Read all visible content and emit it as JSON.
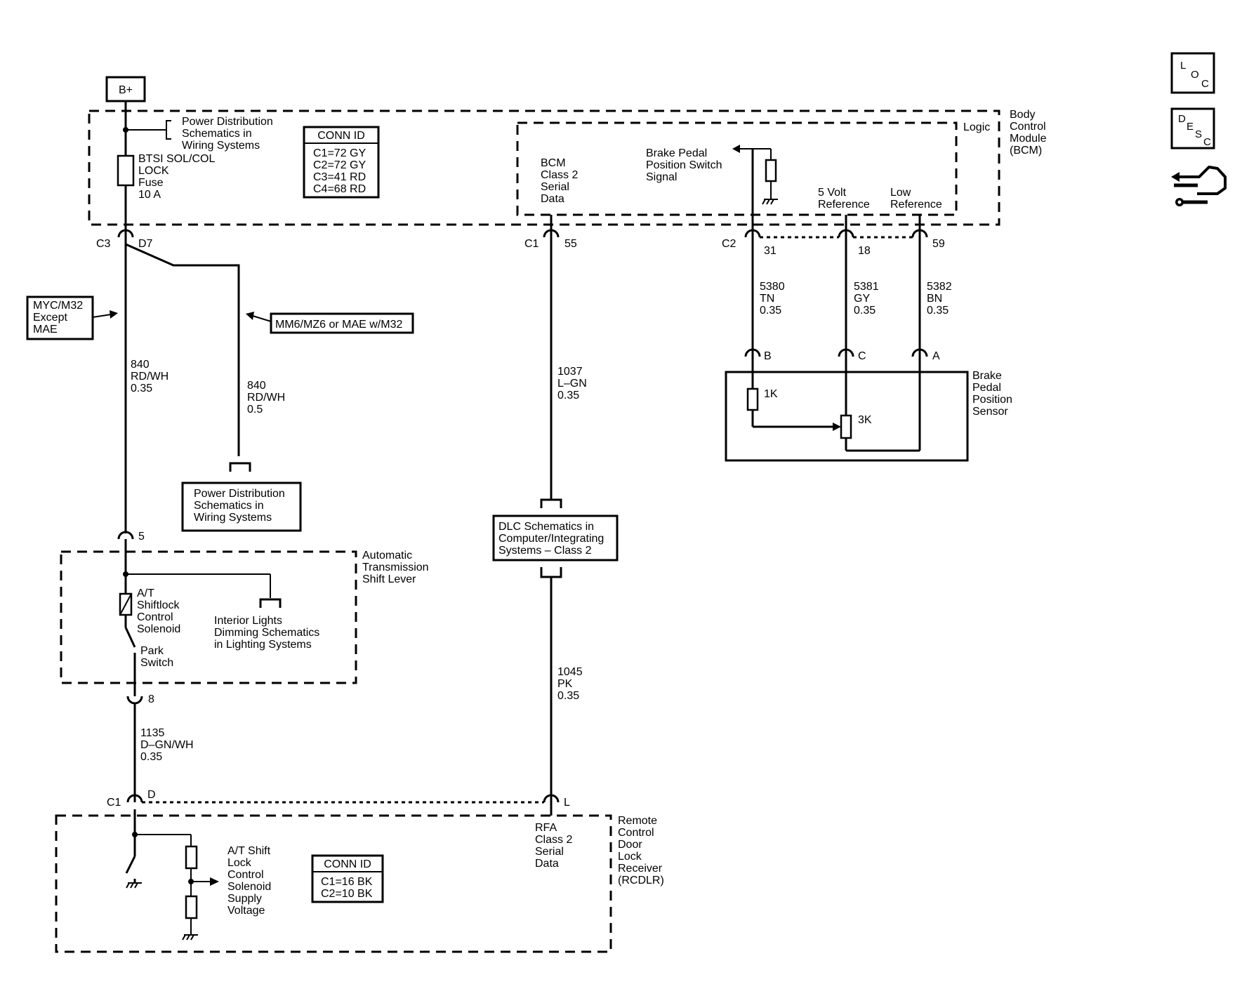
{
  "diagram": {
    "b_plus": "B+",
    "pd_top": [
      "Power Distribution",
      "Schematics in",
      "Wiring Systems"
    ],
    "fuse": [
      "BTSI SOL/COL",
      "LOCK",
      "Fuse",
      "10 A"
    ],
    "conn_id_bcm": {
      "title": "CONN ID",
      "rows": [
        "C1=72 GY",
        "C2=72 GY",
        "C3=41 RD",
        "C4=68 RD"
      ]
    },
    "bcm_serial": [
      "BCM",
      "Class 2",
      "Serial",
      "Data"
    ],
    "brake_signal": [
      "Brake Pedal",
      "Position Switch",
      "Signal"
    ],
    "logic": "Logic",
    "five_volt": [
      "5 Volt",
      "Reference"
    ],
    "low_ref": [
      "Low",
      "Reference"
    ],
    "bcm_label": [
      "Body",
      "Control",
      "Module",
      "(BCM)"
    ],
    "c3": "C3",
    "d7": "D7",
    "c1": "C1",
    "p55": "55",
    "c2": "C2",
    "p31": "31",
    "p18": "18",
    "p59": "59",
    "option_a": [
      "MYC/M32",
      "Except",
      "MAE"
    ],
    "option_b": "MM6/MZ6 or MAE w/M32",
    "wire_840a": [
      "840",
      "RD/WH",
      "0.35"
    ],
    "wire_840b": [
      "840",
      "RD/WH",
      "0.5"
    ],
    "wire_1037": [
      "1037",
      "L–GN",
      "0.35"
    ],
    "wire_5380": [
      "5380",
      "TN",
      "0.35"
    ],
    "wire_5381": [
      "5381",
      "GY",
      "0.35"
    ],
    "wire_5382": [
      "5382",
      "BN",
      "0.35"
    ],
    "pin_b": "B",
    "pin_c": "C",
    "pin_a": "A",
    "r1k": "1K",
    "r3k": "3K",
    "bpps": [
      "Brake",
      "Pedal",
      "Position",
      "Sensor"
    ],
    "pd_box": [
      "Power Distribution",
      "Schematics in",
      "Wiring Systems"
    ],
    "p5": "5",
    "dlc_box": [
      "DLC Schematics in",
      "Computer/Integrating",
      "Systems – Class 2"
    ],
    "at_lever": [
      "Automatic",
      "Transmission",
      "Shift Lever"
    ],
    "solenoid": [
      "A/T",
      "Shiftlock",
      "Control",
      "Solenoid"
    ],
    "interior": [
      "Interior Lights",
      "Dimming Schematics",
      "in Lighting Systems"
    ],
    "park": [
      "Park",
      "Switch"
    ],
    "p8": "8",
    "wire_1045": [
      "1045",
      "PK",
      "0.35"
    ],
    "wire_1135": [
      "1135",
      "D–GN/WH",
      "0.35"
    ],
    "c1b": "C1",
    "pd": "D",
    "pl": "L",
    "rfa": [
      "RFA",
      "Class 2",
      "Serial",
      "Data"
    ],
    "rcdlr": [
      "Remote",
      "Control",
      "Door",
      "Lock",
      "Receiver",
      "(RCDLR)"
    ],
    "at_supply": [
      "A/T Shift",
      "Lock",
      "Control",
      "Solenoid",
      "Supply",
      "Voltage"
    ],
    "conn_id_rcdlr": {
      "title": "CONN ID",
      "rows": [
        "C1=16 BK",
        "C2=10 BK"
      ]
    },
    "icon_loc": [
      "L",
      "O",
      "C"
    ],
    "icon_desc": [
      "D",
      "E",
      "S",
      "C"
    ]
  }
}
